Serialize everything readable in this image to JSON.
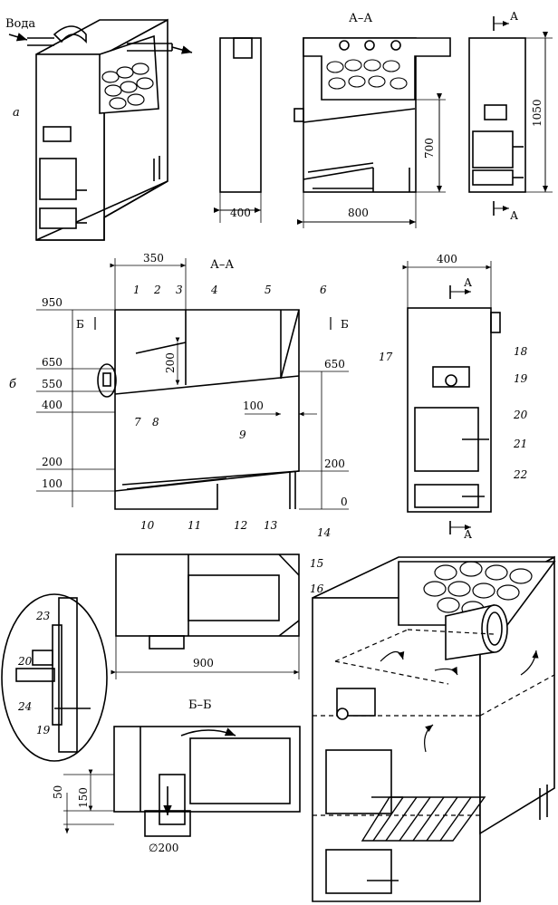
{
  "panel_a": {
    "label": "а",
    "water_label": "Вода",
    "section_title": "А–А",
    "section_mark": "А",
    "dims": {
      "width_front": "400",
      "width_side": "800",
      "height_inner": "700",
      "height_total": "1050"
    }
  },
  "panel_b": {
    "label": "б",
    "section_title": "А–А",
    "section_b_mark": "Б",
    "section_a_mark": "А",
    "dims": {
      "top_width": "350",
      "inner_200": "200",
      "inner_100": "100",
      "front_width": "400"
    },
    "levels_left": [
      "950",
      "650",
      "550",
      "400",
      "200",
      "100"
    ],
    "levels_right": [
      "650",
      "200",
      "0"
    ],
    "callouts": [
      "1",
      "2",
      "3",
      "4",
      "5",
      "6",
      "7",
      "8",
      "9",
      "10",
      "11",
      "12",
      "13",
      "14",
      "17",
      "18",
      "19",
      "20",
      "21",
      "22"
    ]
  },
  "panel_c": {
    "dims": {
      "length": "900",
      "height_50": "50",
      "height_150": "150",
      "diameter": "∅200"
    },
    "section_title": "Б–Б",
    "callouts": [
      "15",
      "16",
      "23",
      "20",
      "24",
      "19"
    ]
  }
}
